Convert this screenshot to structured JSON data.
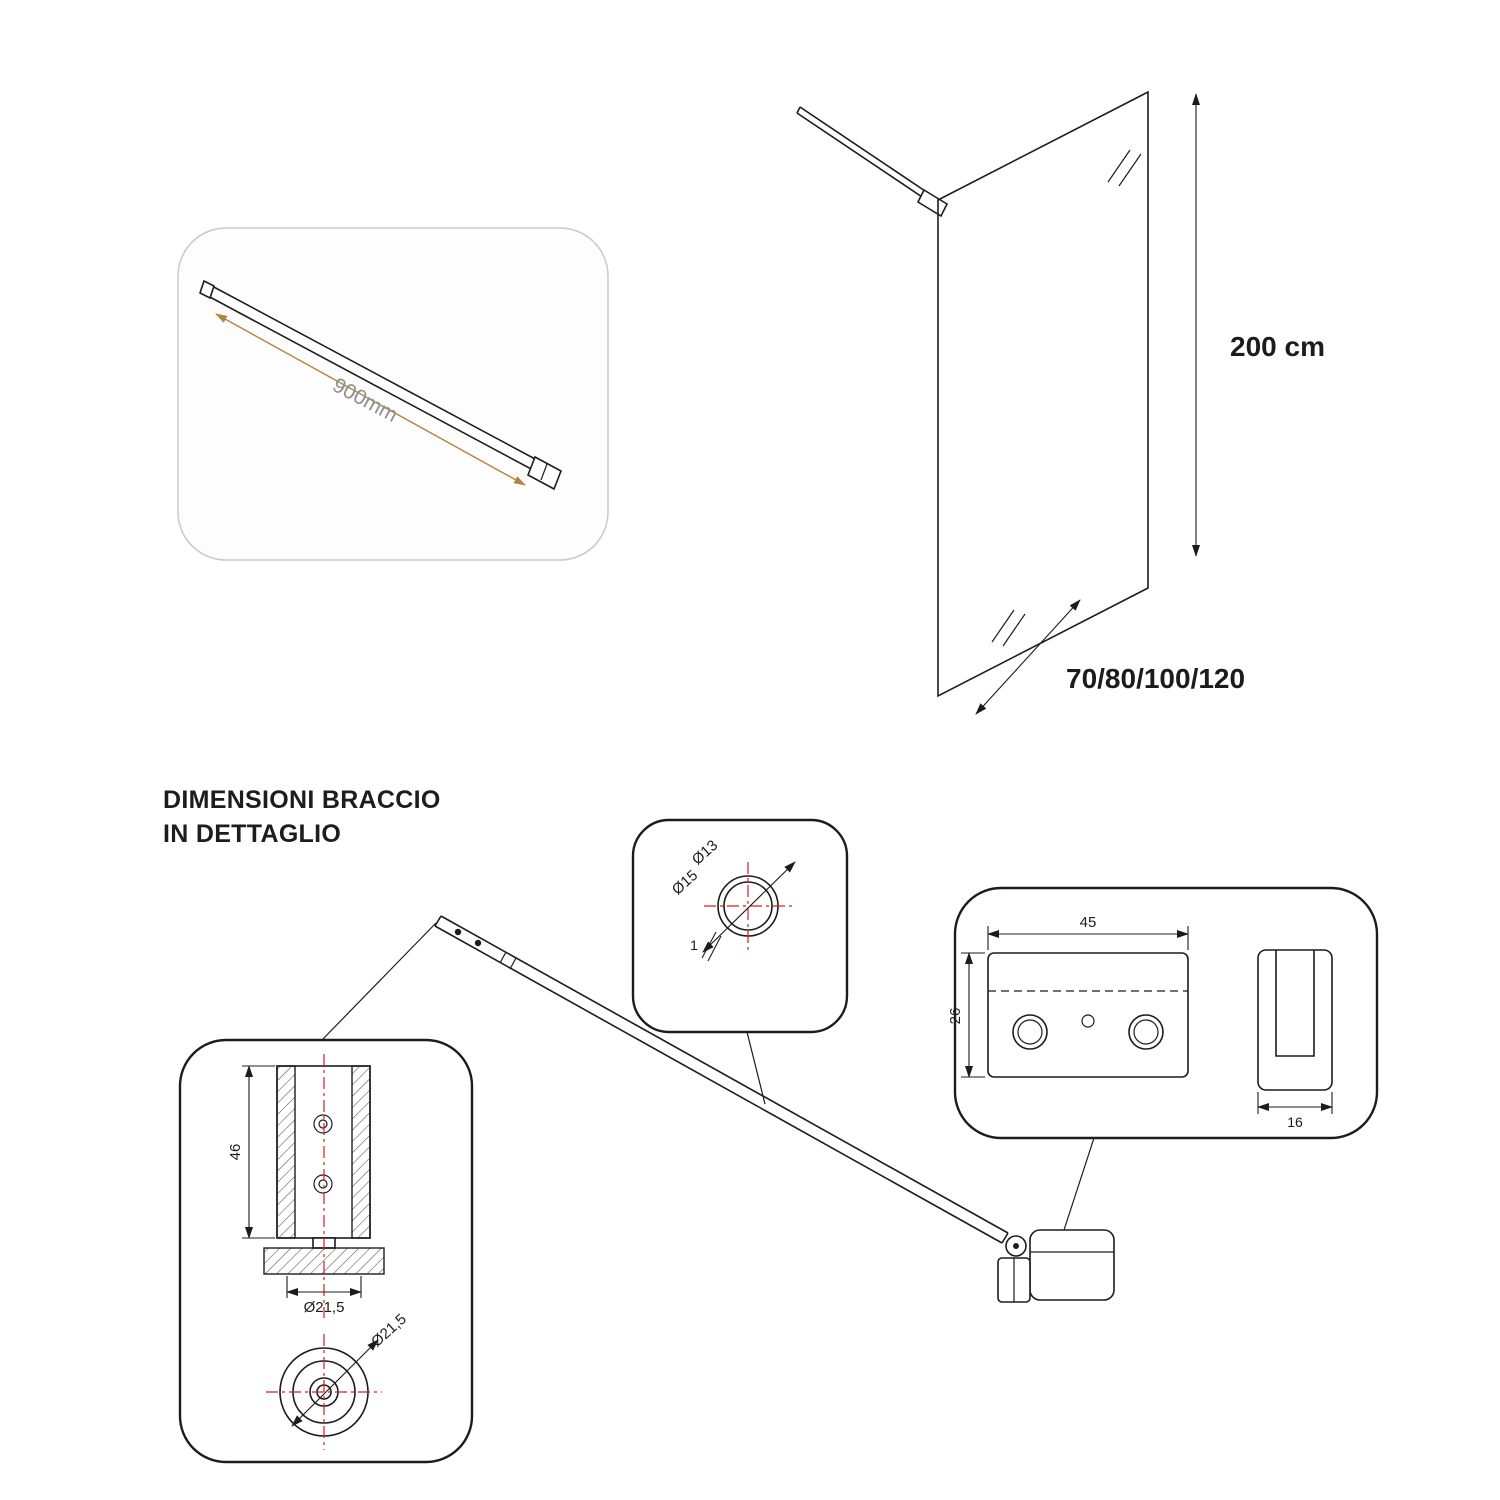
{
  "colors": {
    "line": "#1c1c1c",
    "red_centerline": "#d81f1f",
    "dimension_accent": "#b5843c",
    "dimension_gray_text": "#8f8f8f"
  },
  "support_bar_thumbnail": {
    "bar_length_label": "900mm"
  },
  "glass_panel_drawing": {
    "height_label": "200 cm",
    "width_options_label": "70/80/100/120"
  },
  "detail_heading": {
    "line1": "DIMENSIONI BRACCIO",
    "line2": "IN DETTAGLIO"
  },
  "tube_section_callout": {
    "inner_diameter_label": "Ø13",
    "outer_diameter_label": "Ø15",
    "wall_thickness_label": "1"
  },
  "wall_mount_callout": {
    "height_label": "46",
    "plate_diameter_label": "Ø21,5",
    "bottom_view_diameter_label": "Ø21,5"
  },
  "glass_clamp_callout": {
    "width_label": "45",
    "height_label": "26",
    "depth_label": "16"
  }
}
